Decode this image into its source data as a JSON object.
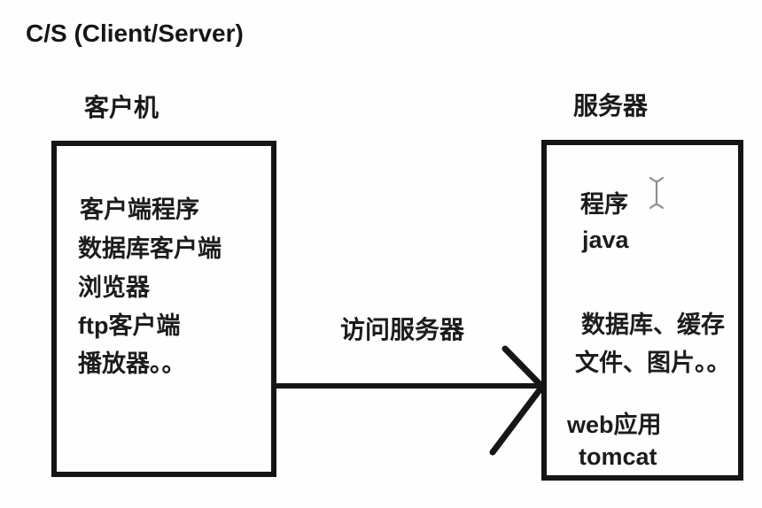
{
  "title": "C/S (Client/Server)",
  "client": {
    "label": "客户机",
    "items": [
      "客户端程序",
      "数据库客户端",
      "浏览器",
      "ftp客户端",
      "播放器。。"
    ]
  },
  "server": {
    "label": "服务器",
    "items": [
      "程序",
      "java",
      "数据库、缓存",
      "文件、图片。。",
      "web应用",
      "tomcat"
    ]
  },
  "arrow": {
    "label": "访问服务器"
  },
  "icons": {
    "text_cursor": "i-beam-text-cursor"
  },
  "colors": {
    "ink": "#1a1a1a",
    "background": "#fefefe",
    "cursor_gray": "#8f8f8f"
  }
}
